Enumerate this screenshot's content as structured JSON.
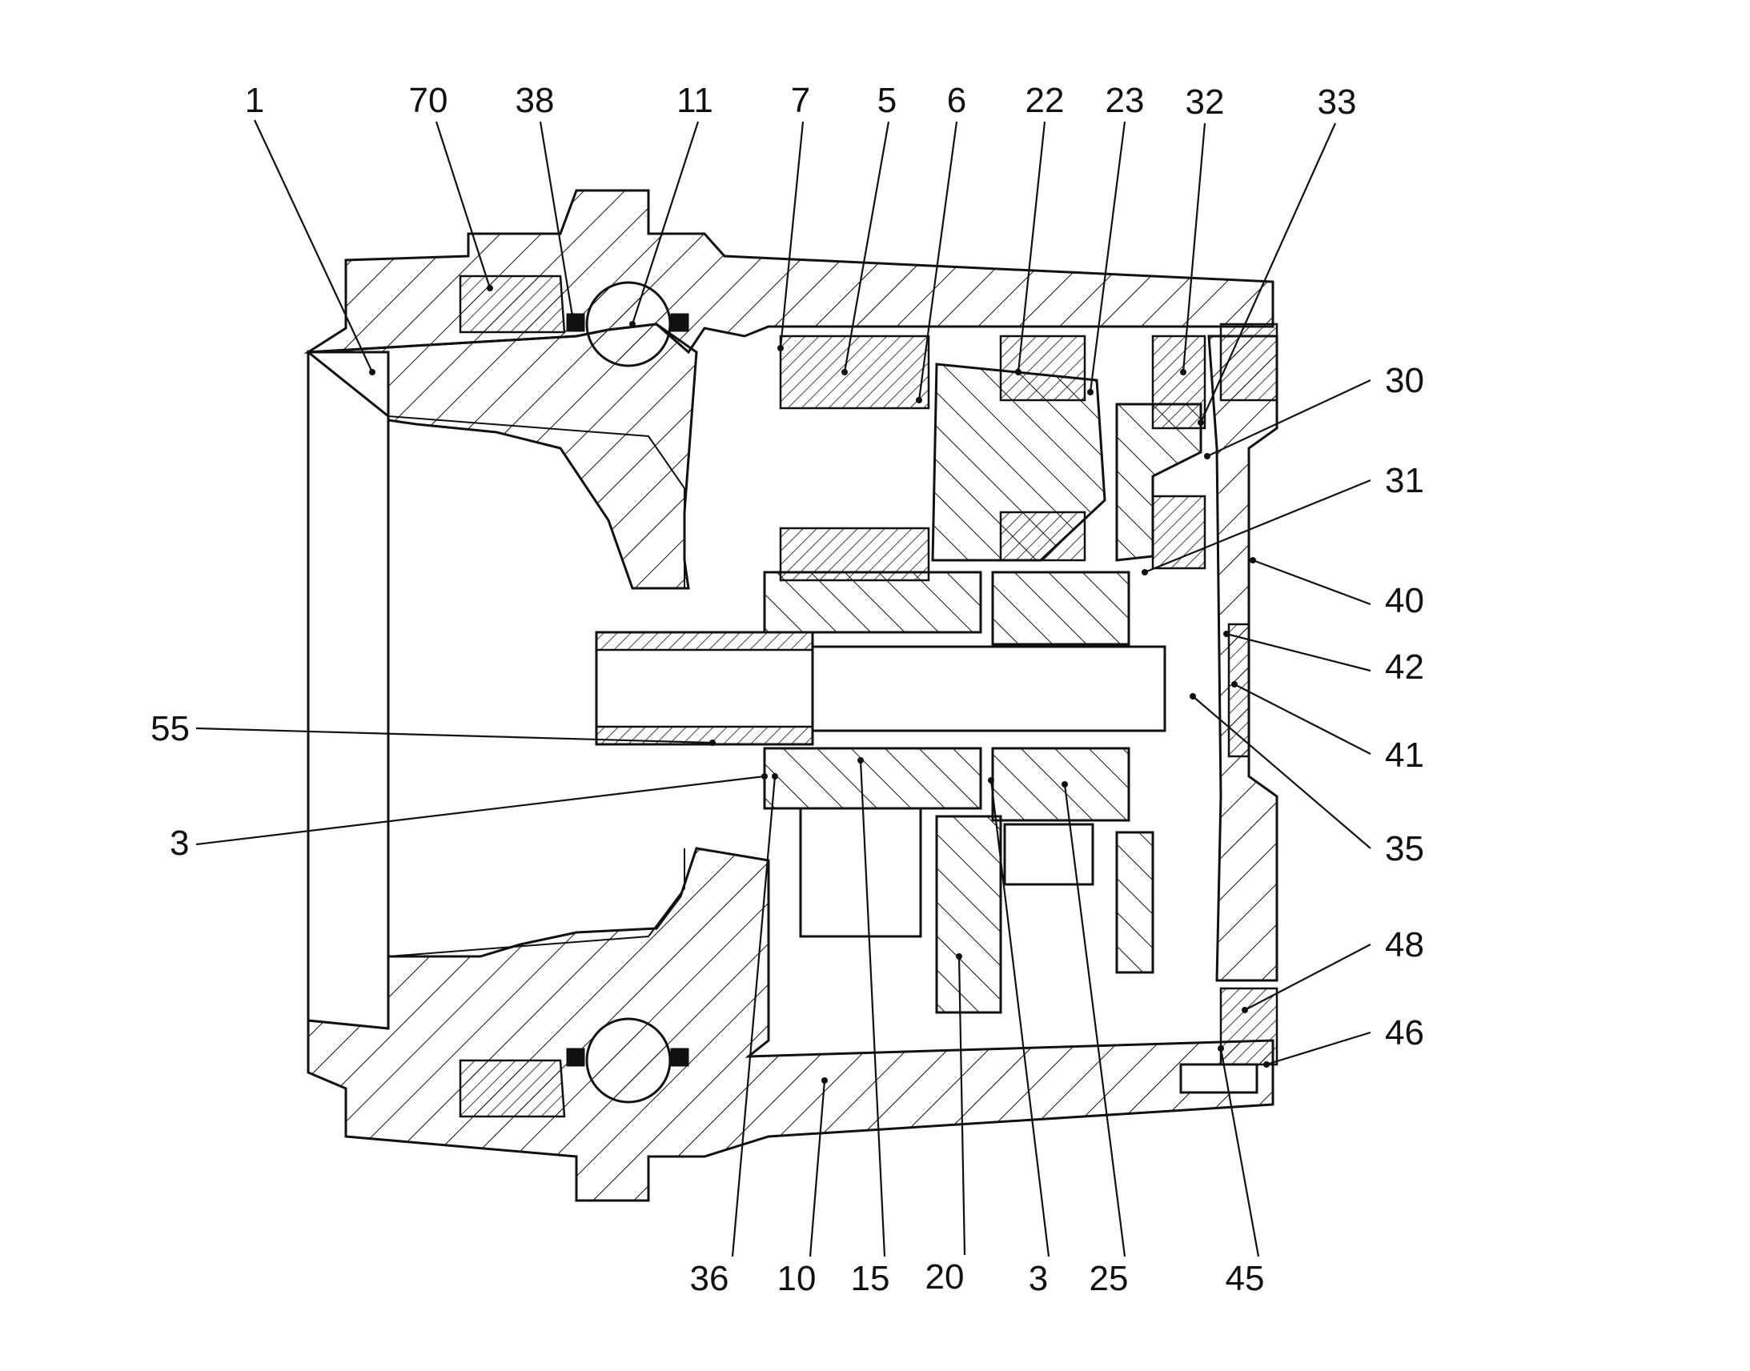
{
  "figure": {
    "labels": {
      "top": [
        {
          "text": "1"
        },
        {
          "text": "70"
        },
        {
          "text": "38"
        },
        {
          "text": "11"
        },
        {
          "text": "7"
        },
        {
          "text": "5"
        },
        {
          "text": "6"
        },
        {
          "text": "22"
        },
        {
          "text": "23"
        },
        {
          "text": "32"
        },
        {
          "text": "33"
        }
      ],
      "right": [
        {
          "text": "30"
        },
        {
          "text": "31"
        },
        {
          "text": "40"
        },
        {
          "text": "42"
        },
        {
          "text": "41"
        },
        {
          "text": "35"
        },
        {
          "text": "48"
        },
        {
          "text": "46"
        }
      ],
      "left": [
        {
          "text": "55"
        },
        {
          "text": "3"
        }
      ],
      "bottom": [
        {
          "text": "36"
        },
        {
          "text": "10"
        },
        {
          "text": "15"
        },
        {
          "text": "20"
        },
        {
          "text": "3"
        },
        {
          "text": "25"
        },
        {
          "text": "45"
        }
      ]
    }
  }
}
